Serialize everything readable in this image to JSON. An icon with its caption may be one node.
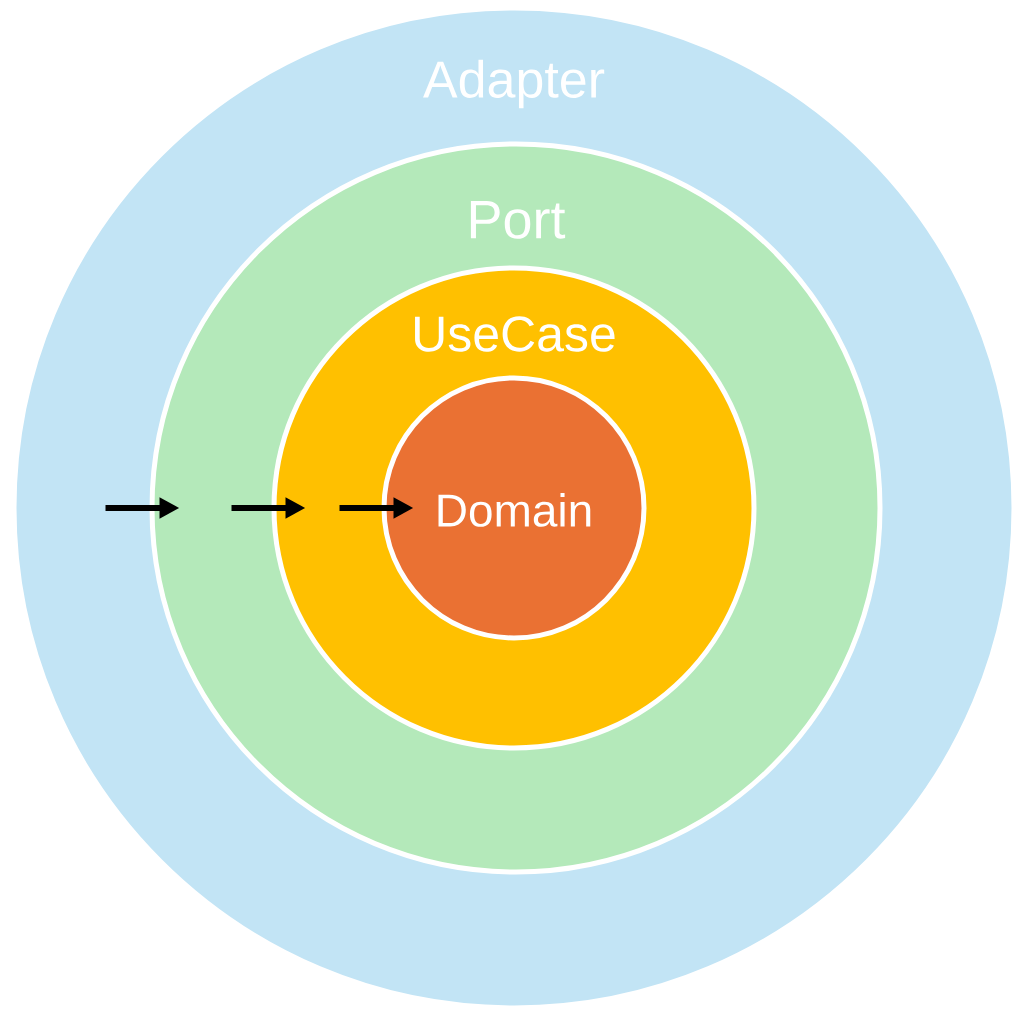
{
  "diagram": {
    "nodes": [
      {
        "text": [
          "Adapter"
        ]
      },
      {
        "text": [
          "Port"
        ],
        "in": 0
      },
      {
        "text": [
          "UseCase"
        ],
        "in": 1
      },
      {
        "text": [
          "Domain"
        ],
        "in": 2
      }
    ],
    "edges": [
      {
        "from": null,
        "to": 1,
        "arrow": "to"
      },
      {
        "from": null,
        "to": 2,
        "arrow": "to"
      },
      {
        "from": null,
        "to": 3,
        "arrow": "to"
      }
    ]
  }
}
